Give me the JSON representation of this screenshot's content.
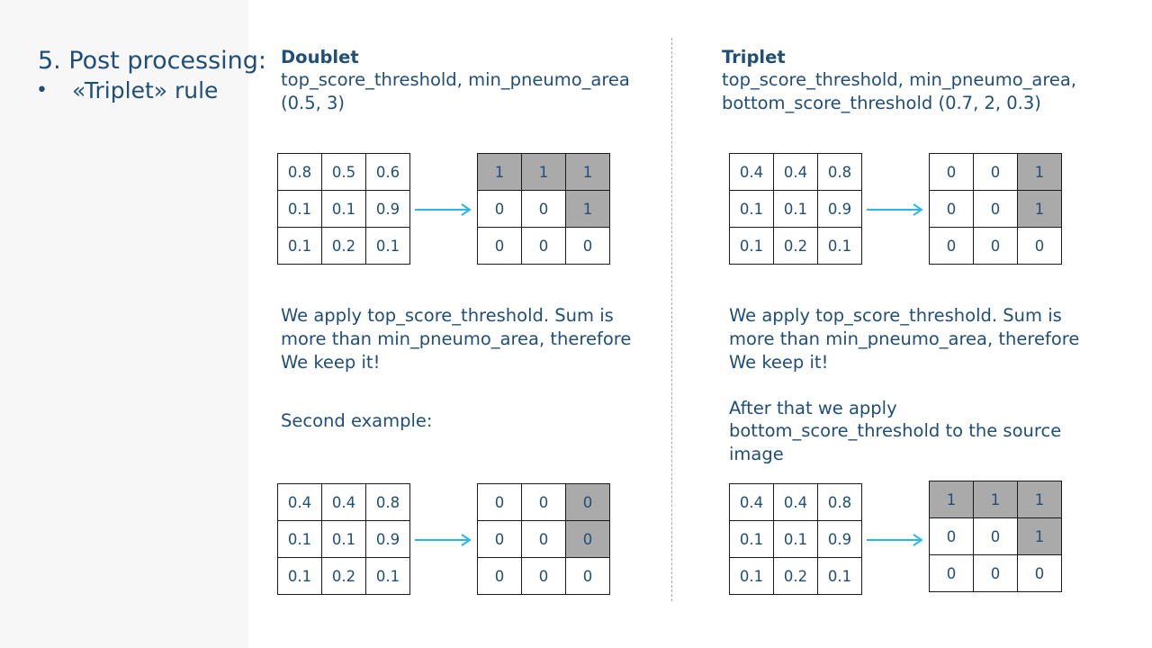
{
  "slide": {
    "title": "5. Post processing:",
    "bullet_symbol": "•",
    "bullet": "«Triplet» rule"
  },
  "doublet": {
    "heading": "Doublet",
    "params": "top_score_threshold, min_pneumo_area",
    "values": "(0.5, 3)",
    "grid1_in": [
      [
        "0.8",
        "0.5",
        "0.6"
      ],
      [
        "0.1",
        "0.1",
        "0.9"
      ],
      [
        "0.1",
        "0.2",
        "0.1"
      ]
    ],
    "grid1_out": [
      [
        "1",
        "1",
        "1"
      ],
      [
        "0",
        "0",
        "1"
      ],
      [
        "0",
        "0",
        "0"
      ]
    ],
    "grid1_out_shaded": [
      [
        true,
        true,
        true
      ],
      [
        false,
        false,
        true
      ],
      [
        false,
        false,
        false
      ]
    ],
    "explanation": [
      "We apply top_score_threshold. Sum is",
      "more than min_pneumo_area, therefore",
      "We keep it!"
    ],
    "second_example": "Second example:",
    "grid2_in": [
      [
        "0.4",
        "0.4",
        "0.8"
      ],
      [
        "0.1",
        "0.1",
        "0.9"
      ],
      [
        "0.1",
        "0.2",
        "0.1"
      ]
    ],
    "grid2_out": [
      [
        "0",
        "0",
        "0"
      ],
      [
        "0",
        "0",
        "0"
      ],
      [
        "0",
        "0",
        "0"
      ]
    ],
    "grid2_out_shaded": [
      [
        false,
        false,
        true
      ],
      [
        false,
        false,
        true
      ],
      [
        false,
        false,
        false
      ]
    ]
  },
  "triplet": {
    "heading": "Triplet",
    "params_line1": "top_score_threshold, min_pneumo_area,",
    "params_line2": "bottom_score_threshold (0.7, 2, 0.3)",
    "grid1_in": [
      [
        "0.4",
        "0.4",
        "0.8"
      ],
      [
        "0.1",
        "0.1",
        "0.9"
      ],
      [
        "0.1",
        "0.2",
        "0.1"
      ]
    ],
    "grid1_out": [
      [
        "0",
        "0",
        "1"
      ],
      [
        "0",
        "0",
        "1"
      ],
      [
        "0",
        "0",
        "0"
      ]
    ],
    "grid1_out_shaded": [
      [
        false,
        false,
        true
      ],
      [
        false,
        false,
        true
      ],
      [
        false,
        false,
        false
      ]
    ],
    "explanation": [
      "We apply top_score_threshold. Sum is",
      "more than min_pneumo_area, therefore",
      "We keep it!"
    ],
    "after": [
      "After that we apply",
      "bottom_score_threshold to the source",
      "image"
    ],
    "grid2_in": [
      [
        "0.4",
        "0.4",
        "0.8"
      ],
      [
        "0.1",
        "0.1",
        "0.9"
      ],
      [
        "0.1",
        "0.2",
        "0.1"
      ]
    ],
    "grid2_out": [
      [
        "1",
        "1",
        "1"
      ],
      [
        "0",
        "0",
        "1"
      ],
      [
        "0",
        "0",
        "0"
      ]
    ],
    "grid2_out_shaded": [
      [
        true,
        true,
        true
      ],
      [
        false,
        false,
        true
      ],
      [
        false,
        false,
        false
      ]
    ]
  },
  "colors": {
    "text": "#1f4e79",
    "arrow": "#29b6e8",
    "shaded": "#aaaaaa",
    "side_panel": "#f7f7f7"
  }
}
